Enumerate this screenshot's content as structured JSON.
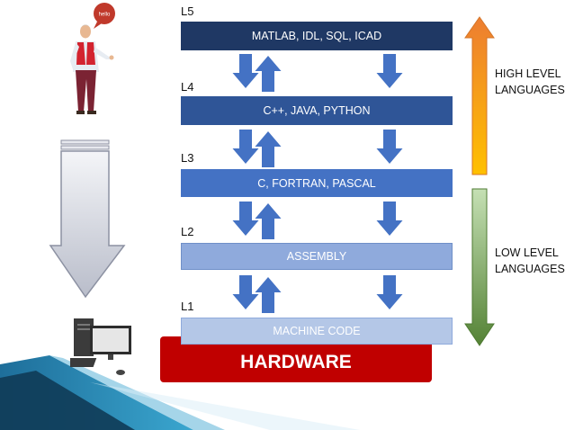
{
  "speech_bubble": "hello",
  "levels": [
    {
      "label": "L5",
      "text": "MATLAB, IDL, SQL, ICAD"
    },
    {
      "label": "L4",
      "text": "C++, JAVA, PYTHON"
    },
    {
      "label": "L3",
      "text": "C, FORTRAN, PASCAL"
    },
    {
      "label": "L2",
      "text": "ASSEMBLY"
    },
    {
      "label": "L1",
      "text": "MACHINE CODE"
    }
  ],
  "hardware": "HARDWARE",
  "high_level": {
    "line1": "HIGH LEVEL",
    "line2": "LANGUAGES"
  },
  "low_level": {
    "line1": "LOW LEVEL",
    "line2": "LANGUAGES"
  },
  "colors": {
    "l5": "#1f3864",
    "l4": "#2f5597",
    "l3": "#4472c4",
    "l2": "#8faadc",
    "l1": "#b4c7e7",
    "arrow_blue": "#4472c4",
    "hardware": "#c00000",
    "high_arrow_top": "#ed7d31",
    "high_arrow_bottom": "#ffc000",
    "low_arrow_top": "#c5e0b4",
    "low_arrow_bottom": "#548235"
  },
  "icons": [
    "person-icon",
    "speech-bubble-icon",
    "down-arrow-icon",
    "computer-icon",
    "gradient-arrow-icon",
    "bidirectional-arrow-icon",
    "down-arrow-small-icon"
  ]
}
